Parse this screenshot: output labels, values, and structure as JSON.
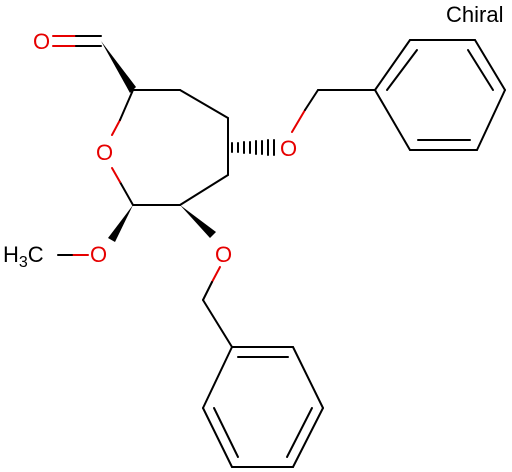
{
  "annotation": {
    "chiral": "Chiral"
  },
  "atoms": {
    "aldehyde_oxygen": "O",
    "ring_oxygen": "O",
    "methoxy_oxygen": "O",
    "benzyloxy_oxygen_upper": "O",
    "benzyloxy_oxygen_lower": "O",
    "methyl": {
      "prefix": "H",
      "subscript": "3",
      "suffix": "C"
    }
  },
  "colors": {
    "bond": "#000000",
    "oxygen": "#e60000",
    "carbon": "#000000"
  }
}
